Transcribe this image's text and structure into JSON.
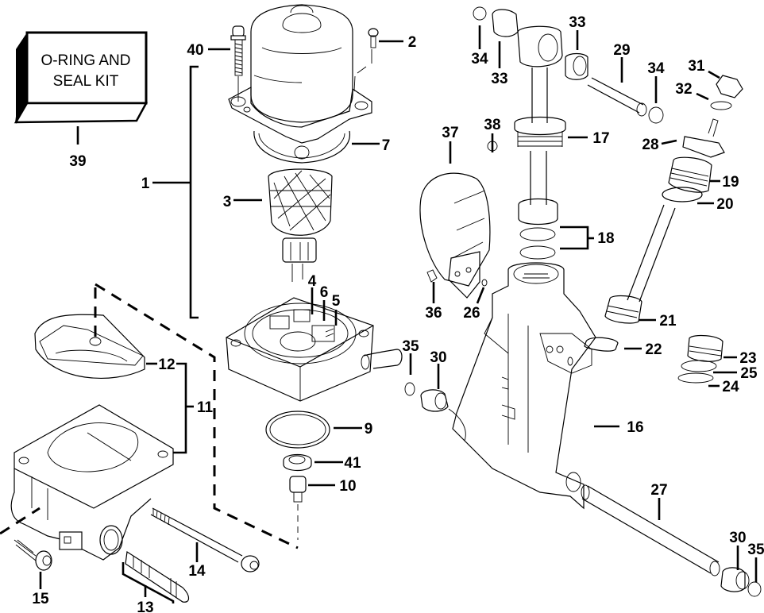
{
  "diagram": {
    "type": "exploded-parts-diagram",
    "kit_box": {
      "line1": "O-RING AND",
      "line2": "SEAL KIT",
      "callout": "39"
    },
    "callouts": [
      {
        "id": "40",
        "part": "motor-mount-screw"
      },
      {
        "id": "2",
        "part": "small-screw"
      },
      {
        "id": "1",
        "part": "motor-assembly-bracket"
      },
      {
        "id": "7",
        "part": "motor-housing-o-ring"
      },
      {
        "id": "3",
        "part": "armature"
      },
      {
        "id": "4",
        "part": "brush-holder"
      },
      {
        "id": "6",
        "part": "brush"
      },
      {
        "id": "5",
        "part": "brush-spring"
      },
      {
        "id": "35",
        "part": "retaining-ring-upper"
      },
      {
        "id": "30",
        "part": "bushing-left"
      },
      {
        "id": "12",
        "part": "reservoir-cover"
      },
      {
        "id": "11",
        "part": "pump-assembly-bracket"
      },
      {
        "id": "9",
        "part": "end-cap-o-ring"
      },
      {
        "id": "41",
        "part": "coupling-seal"
      },
      {
        "id": "10",
        "part": "drive-coupling"
      },
      {
        "id": "14",
        "part": "long-bolt"
      },
      {
        "id": "15",
        "part": "short-bolt"
      },
      {
        "id": "13",
        "part": "valve-assembly-bracket"
      },
      {
        "id": "34",
        "part": "retaining-ring-left"
      },
      {
        "id": "33",
        "part": "bushing-left-upper"
      },
      {
        "id": "33b",
        "label": "33",
        "part": "bushing-right-upper"
      },
      {
        "id": "29",
        "part": "pivot-pin"
      },
      {
        "id": "34b",
        "label": "34",
        "part": "retaining-ring-right"
      },
      {
        "id": "31",
        "part": "nut"
      },
      {
        "id": "32",
        "part": "washer"
      },
      {
        "id": "28",
        "part": "fitting"
      },
      {
        "id": "17",
        "part": "trim-cylinder-rod"
      },
      {
        "id": "38",
        "part": "check-ball"
      },
      {
        "id": "37",
        "part": "cover-plate"
      },
      {
        "id": "19",
        "part": "end-cap"
      },
      {
        "id": "20",
        "part": "end-cap-seal"
      },
      {
        "id": "18",
        "part": "piston-o-rings-bracket"
      },
      {
        "id": "36",
        "part": "screw"
      },
      {
        "id": "26",
        "part": "o-ring-small"
      },
      {
        "id": "21",
        "part": "tilt-piston-rod"
      },
      {
        "id": "22",
        "part": "cylinder-o-ring"
      },
      {
        "id": "23",
        "part": "piston"
      },
      {
        "id": "25",
        "part": "piston-ring"
      },
      {
        "id": "24",
        "part": "piston-o-ring"
      },
      {
        "id": "16",
        "part": "cylinder-body"
      },
      {
        "id": "27",
        "part": "lower-pivot-tube"
      },
      {
        "id": "30b",
        "label": "30",
        "part": "bushing-right-lower"
      },
      {
        "id": "35b",
        "label": "35",
        "part": "retaining-ring-lower"
      }
    ]
  }
}
